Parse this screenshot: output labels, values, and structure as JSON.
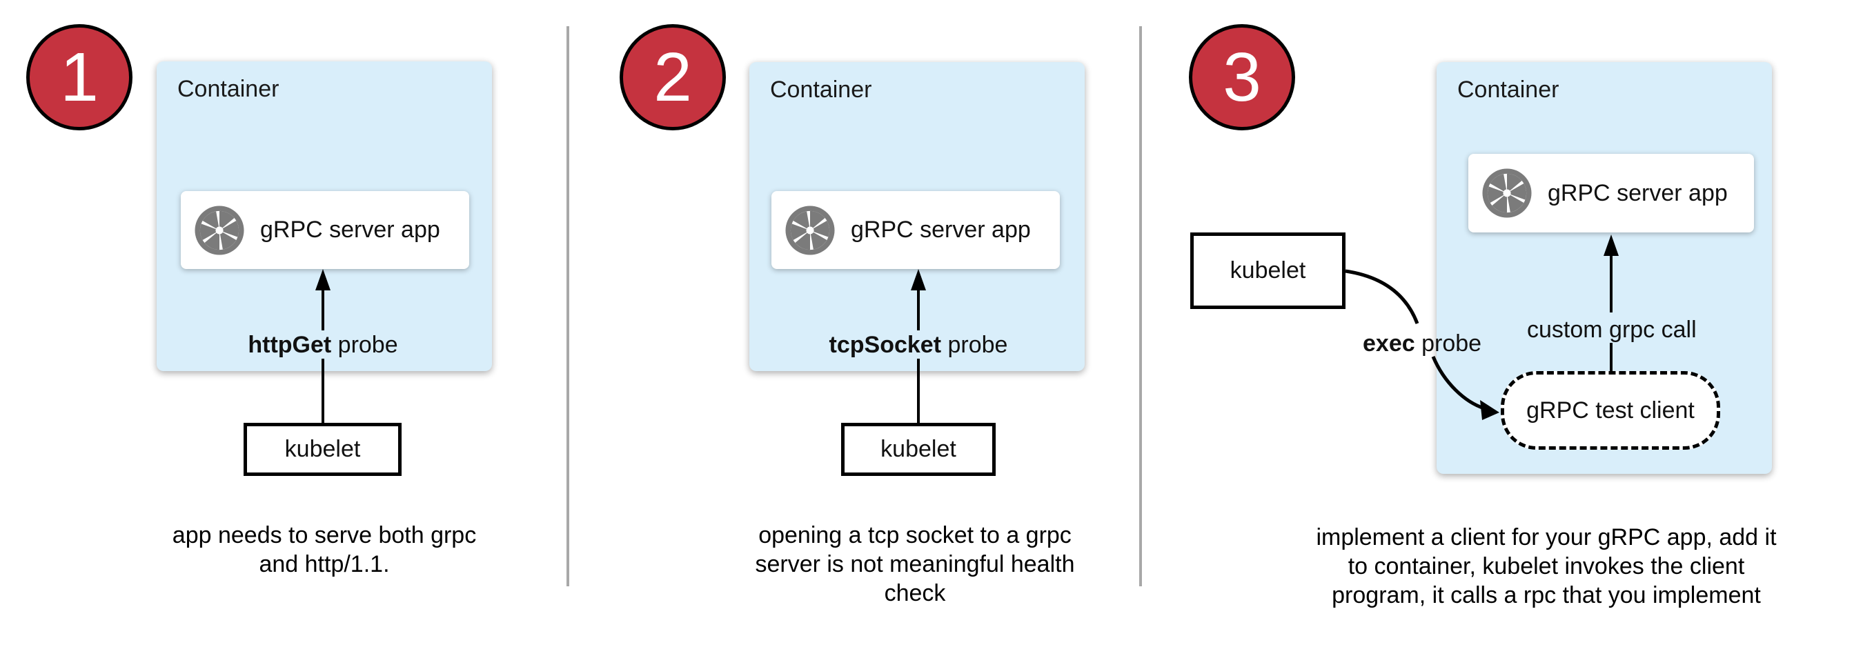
{
  "colors": {
    "badge_red": "#c5333f",
    "container_blue": "#d9eefa",
    "icon_gray": "#7b7b7b",
    "divider_gray": "#a8a8a8",
    "arrow_black": "#000000"
  },
  "panels": [
    {
      "badge": "1",
      "container_label": "Container",
      "server_app_label": "gRPC server app",
      "server_icon": "aperture-icon",
      "probe_bold": "httpGet",
      "probe_rest": " probe",
      "kubelet_label": "kubelet",
      "caption_lines": [
        "app needs to serve both grpc",
        "and http/1.1."
      ]
    },
    {
      "badge": "2",
      "container_label": "Container",
      "server_app_label": "gRPC server app",
      "server_icon": "aperture-icon",
      "probe_bold": "tcpSocket",
      "probe_rest": " probe",
      "kubelet_label": "kubelet",
      "caption_lines": [
        "opening a tcp socket to a grpc",
        "server is not meaningful health",
        "check"
      ]
    },
    {
      "badge": "3",
      "container_label": "Container",
      "server_app_label": "gRPC server app",
      "server_icon": "aperture-icon",
      "probe_bold": "exec",
      "probe_rest": " probe",
      "kubelet_label": "kubelet",
      "client_label": "gRPC test client",
      "call_label": "custom grpc call",
      "caption_lines": [
        "implement a client for your gRPC app, add it",
        "to container, kubelet invokes the client",
        "program, it calls a rpc that you implement"
      ]
    }
  ]
}
